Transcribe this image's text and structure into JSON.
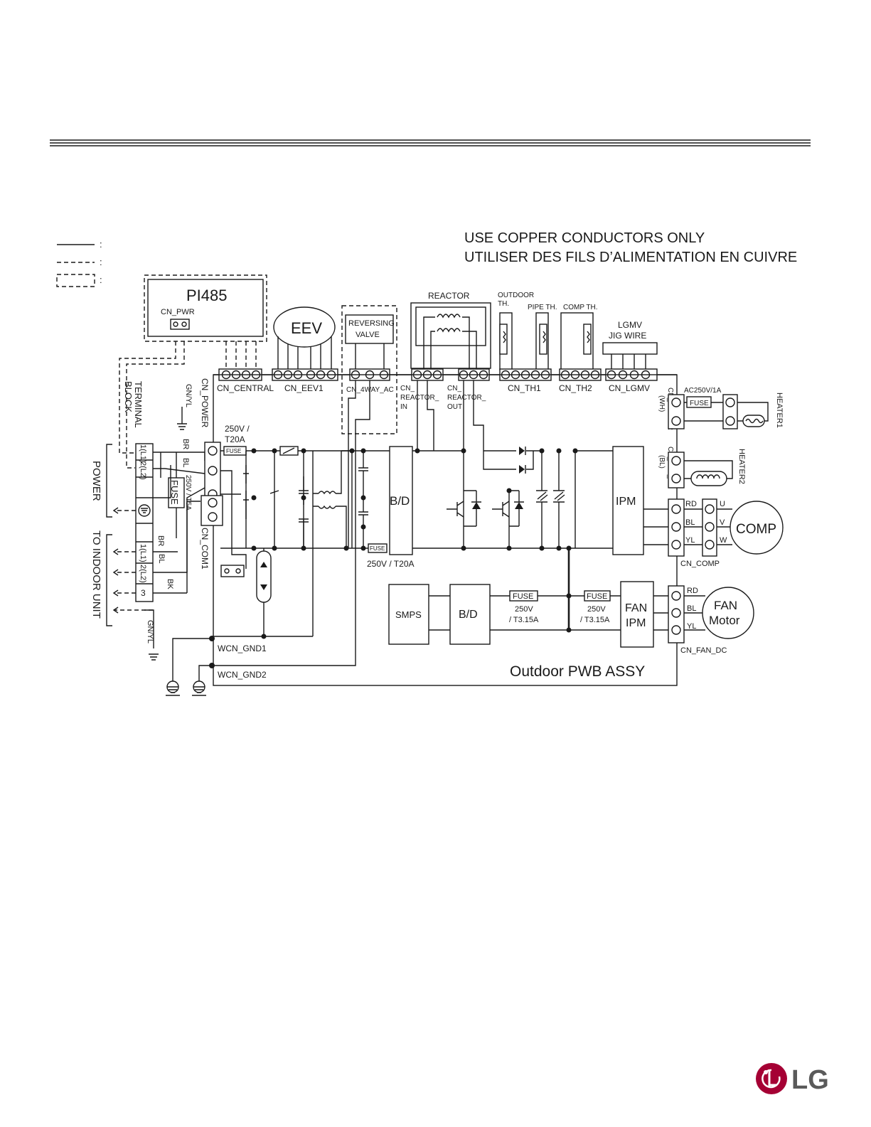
{
  "header": {
    "notice_line1": "USE COPPER CONDUCTORS ONLY",
    "notice_line2": "UTILISER DES FILS D’ALIMENTATION EN CUIVRE"
  },
  "legend": {
    "colon1": ":",
    "colon2": ":",
    "colon3": ":"
  },
  "components": {
    "pi485": "PI485",
    "cn_pwr": "CN_PWR",
    "eev": "EEV",
    "reversing_valve_l1": "REVERSING",
    "reversing_valve_l2": "VALVE",
    "reactor": "REACTOR",
    "outdoor_th_l1": "OUTDOOR",
    "outdoor_th_l2": "TH.",
    "pipe_th": "PIPE TH.",
    "comp_th": "COMP TH.",
    "lgmv_l1": "LGMV",
    "lgmv_l2": "JIG WIRE",
    "heater1": "HEATER1",
    "heater2": "HEATER2",
    "ac250v": "AC250V/1A",
    "bd": "B/D",
    "ipm": "IPM",
    "smps": "SMPS",
    "fan_ipm_l1": "FAN",
    "fan_ipm_l2": "IPM",
    "comp": "COMP",
    "fan_motor_l1": "FAN",
    "fan_motor_l2": "Motor",
    "board": "Outdoor PWB ASSY",
    "fuse": "FUSE"
  },
  "connectors": {
    "cn_central": "CN_CENTRAL",
    "cn_eev1": "CN_EEV1",
    "cn_4way_ac": "CN_4WAY_AC",
    "cn_reactor_in_l1": "CN_",
    "cn_reactor_in_l2": "REACTOR_",
    "cn_reactor_in_l3": "IN",
    "cn_reactor_out_l1": "CN_",
    "cn_reactor_out_l2": "REACTOR_",
    "cn_reactor_out_l3": "OUT",
    "cn_th1": "CN_TH1",
    "cn_th2": "CN_TH2",
    "cn_lgmv": "CN_LGMV",
    "cn_heater_l1": "CN_HEATER",
    "cn_heater_l2": "(WH)",
    "cn_fan_ac_l1": "CN_FAN_AC",
    "cn_fan_ac_l2": "(BL)",
    "cn_comp": "CN_COMP",
    "cn_fan_dc": "CN_FAN_DC",
    "cn_power": "CN_POWER",
    "cn_com1": "CN_COM1",
    "wcn_gnd1": "WCN_GND1",
    "wcn_gnd2": "WCN_GND2"
  },
  "terminal": {
    "label_l1": "TERMINAL",
    "label_l2": "BLOCK",
    "t1": "1(L1)",
    "t2": "2(L2)",
    "b1": "1(L1)",
    "b2": "2(L2)",
    "b3": "3",
    "power": "POWER",
    "indoor": "TO INDOOR UNIT"
  },
  "wires": {
    "gnyl_top": "GN/YL",
    "gnyl_bottom": "GN/YL",
    "br_top": "BR",
    "bl_top": "BL",
    "br_bottom": "BR",
    "bl_bottom": "BL",
    "bk": "BK",
    "rd_comp": "RD",
    "bl_comp": "BL",
    "yl_comp": "YL",
    "u": "U",
    "v": "V",
    "w": "W",
    "rd_fan": "RD",
    "bl_fan": "BL",
    "yl_fan": "YL"
  },
  "ratings": {
    "main_fuse_l1": "250V /",
    "main_fuse_l2": "T20A",
    "term_fuse": "250V / T5A",
    "bd_fuse": "250V / T20A",
    "smps_fuse_l1": "250V",
    "smps_fuse_l2": "/ T3.15A",
    "fan_fuse_l1": "250V",
    "fan_fuse_l2": "/ T3.15A"
  },
  "brand": {
    "logo": "LG"
  }
}
